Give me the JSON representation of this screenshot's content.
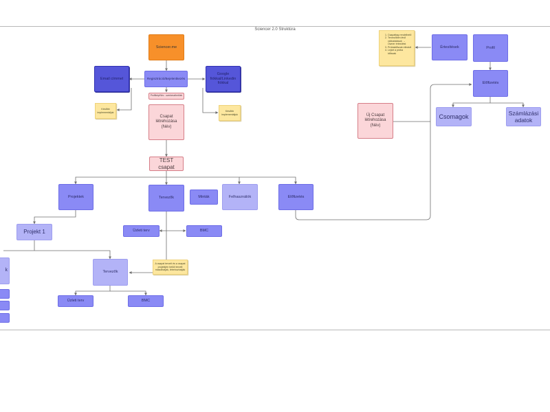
{
  "frame": {
    "title": "Sciencer 2.0 Struktúra"
  },
  "nodes": {
    "sciencer": "Sciencer.me",
    "regisztracio": "Regisztráció/Bejelentkezés",
    "email": "Email címmel",
    "google": "Google fiókkal/Linkedin fiókkal",
    "note_kesobb_1": "Később implementáljuk",
    "note_kesobb_2": "Később implementáljuk",
    "profilkep": "Profilkép/Név - szerkeszthetőek",
    "csapat_letrehozasa": "Csapat létrehozása (Név)",
    "test_csapat": "TEST csapat",
    "projektek": "Projektek",
    "tervezok": "Tervezők",
    "mintak": "Minták",
    "felhasznalok": "Felhasználók",
    "elofizetes_team": "Előfizetés",
    "projekt_1": "Projekt 1",
    "uzleti_terv_1": "Üzleti terv",
    "bmc_1": "BMC",
    "tervezok_2": "Tervezők",
    "uzleti_terv_2": "Üzleti terv",
    "bmc_2": "BMC",
    "note_csapat": "A csapat terveit és a csapat projektjén belüli terveit másolhatják, létrehozhatják",
    "note_list_items": [
      "Csapattag rendelhető",
      "Tervezőben lévő változtatások → Owner értesítést",
      "Próbaidőszak elindult",
      "Lejárt a próba időszak"
    ],
    "ertesitesek": "Értesítések",
    "profil": "Profil",
    "elofizetes_top": "Előfizetés",
    "uj_csapat": "Új Csapat létrehozása (Név)",
    "csomagok": "Csomagok",
    "szamlazasi": "Számlázási adatok"
  },
  "colors": {
    "orange": "#f7902a",
    "dark_blue": "#5556d9",
    "mid_blue": "#8a8af5",
    "light_blue": "#b3b3f7",
    "pink": "#fbd6d9",
    "sticky_yellow": "#fde79f",
    "connector": "#6e6e6e"
  }
}
